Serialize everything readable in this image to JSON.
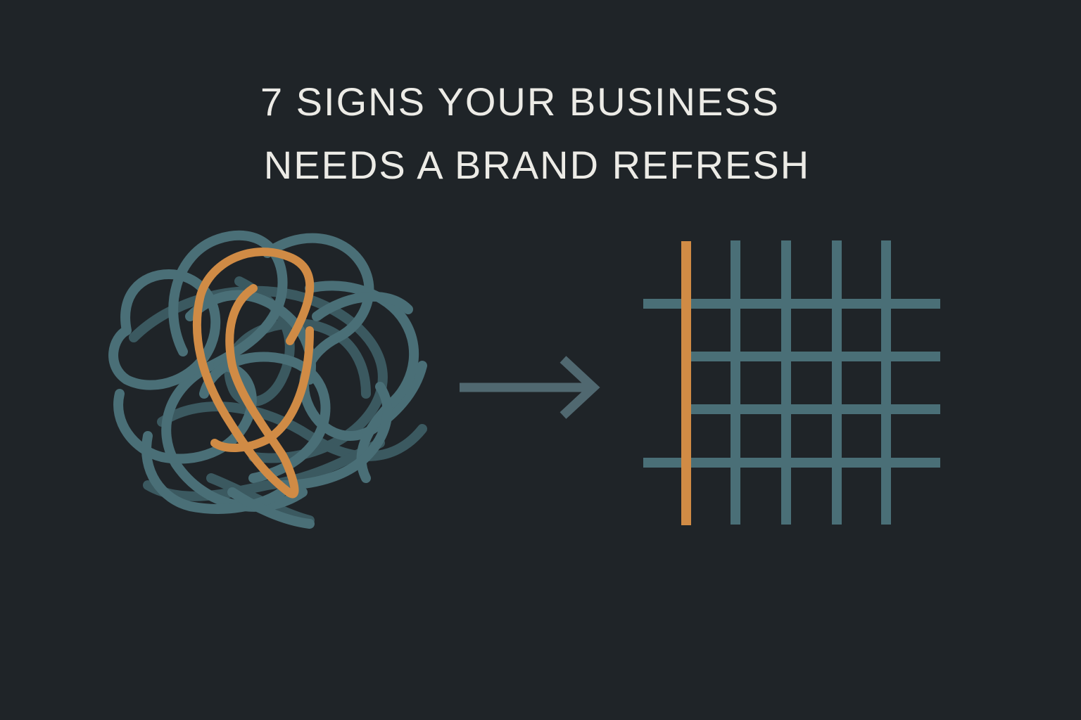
{
  "title": {
    "line1": "7 SIGNS YOUR BUSINESS",
    "line2": "NEEDS A BRAND REFRESH"
  },
  "illustration": {
    "left": "tangled-lines (chaos)",
    "middle": "arrow-right-icon",
    "right": "orderly-grid (structure)"
  },
  "colors": {
    "background": "#1f2428",
    "text": "#ecebe6",
    "teal": "#4a6f77",
    "teal_dark": "#3b5960",
    "orange": "#d08b45",
    "arrow": "#506870"
  }
}
